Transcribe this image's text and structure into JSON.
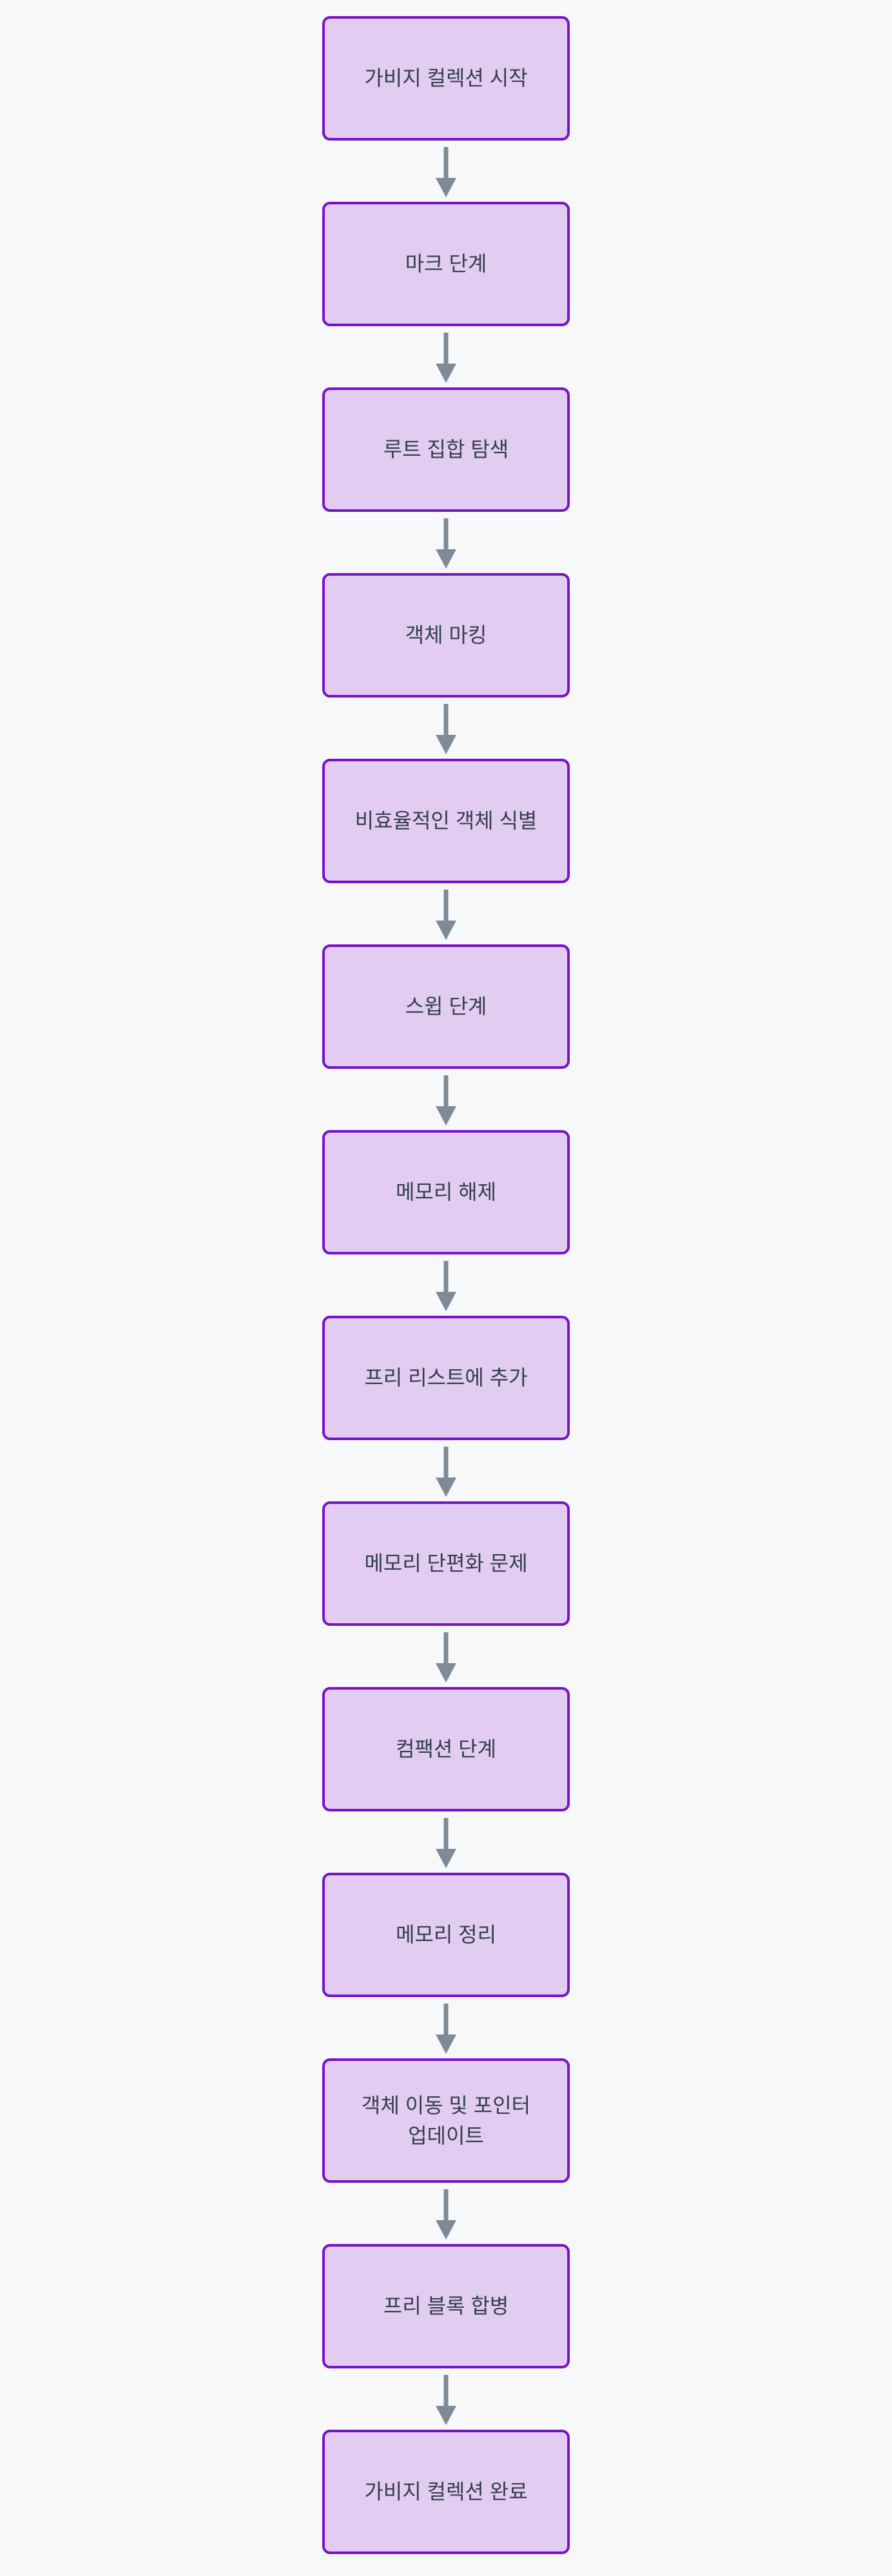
{
  "flowchart": {
    "title": "garbage-collection-flow",
    "direction": "top-down",
    "colors": {
      "background": "#f7f8fa",
      "node-fill": "#e3ccf2",
      "node-border": "#7612ca",
      "node-text": "#333e4d",
      "arrow": "#7d8b98"
    },
    "nodes": [
      {
        "id": "gc-start",
        "label": "가비지 컬렉션 시작"
      },
      {
        "id": "mark-phase",
        "label": "마크 단계"
      },
      {
        "id": "root-set-scan",
        "label": "루트 집합 탐색"
      },
      {
        "id": "object-marking",
        "label": "객체 마킹"
      },
      {
        "id": "inefficient-object-identify",
        "label": "비효율적인 객체 식별"
      },
      {
        "id": "sweep-phase",
        "label": "스윕 단계"
      },
      {
        "id": "memory-release",
        "label": "메모리 해제"
      },
      {
        "id": "free-list-add",
        "label": "프리 리스트에 추가"
      },
      {
        "id": "memory-fragmentation",
        "label": "메모리 단편화 문제"
      },
      {
        "id": "compaction-phase",
        "label": "컴팩션 단계"
      },
      {
        "id": "memory-cleanup",
        "label": "메모리 정리"
      },
      {
        "id": "object-move-pointer-update",
        "label": "객체 이동 및 포인터\n업데이트"
      },
      {
        "id": "free-block-merge",
        "label": "프리 블록 합병"
      },
      {
        "id": "gc-complete",
        "label": "가비지 컬렉션 완료"
      }
    ]
  }
}
